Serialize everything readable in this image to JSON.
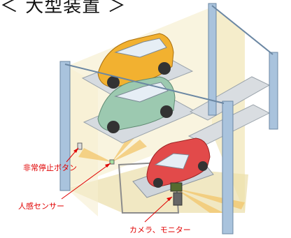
{
  "title": "＜ 大型装置 ＞",
  "callouts": {
    "emergency_stop": "非常停止ボタン",
    "motion_sensor": "人感センサー",
    "camera_monitor": "カメラ、モニター"
  },
  "colors": {
    "callout": "#e00000",
    "car_top": "#f2b130",
    "car_middle": "#9cc9b0",
    "car_bottom": "#e24a4a",
    "wall": "#f4ebc4",
    "pillar": "#a9c3dd",
    "sensor_beam": "#f3c66a"
  }
}
